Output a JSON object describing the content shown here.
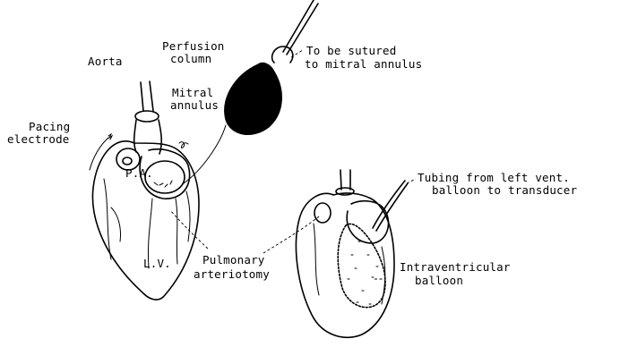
{
  "labels": {
    "aorta": "Aorta",
    "perfusion_column": [
      "Perfusion",
      "column"
    ],
    "mitral_annulus": [
      "Mitral",
      "annulus"
    ],
    "pacing_electrode": [
      "Pacing",
      "electrode"
    ],
    "pa": "P.A.",
    "lv": "L.V.",
    "to_be_sutured": [
      "To be sutured",
      "to mitral annulus"
    ],
    "tubing": [
      "Tubing from left vent.",
      "balloon to transducer"
    ],
    "pulmonary_arteriotomy": [
      "Pulmonary",
      "arteriotomy"
    ],
    "intraventricular_balloon": [
      "Intraventricular",
      "balloon"
    ]
  }
}
